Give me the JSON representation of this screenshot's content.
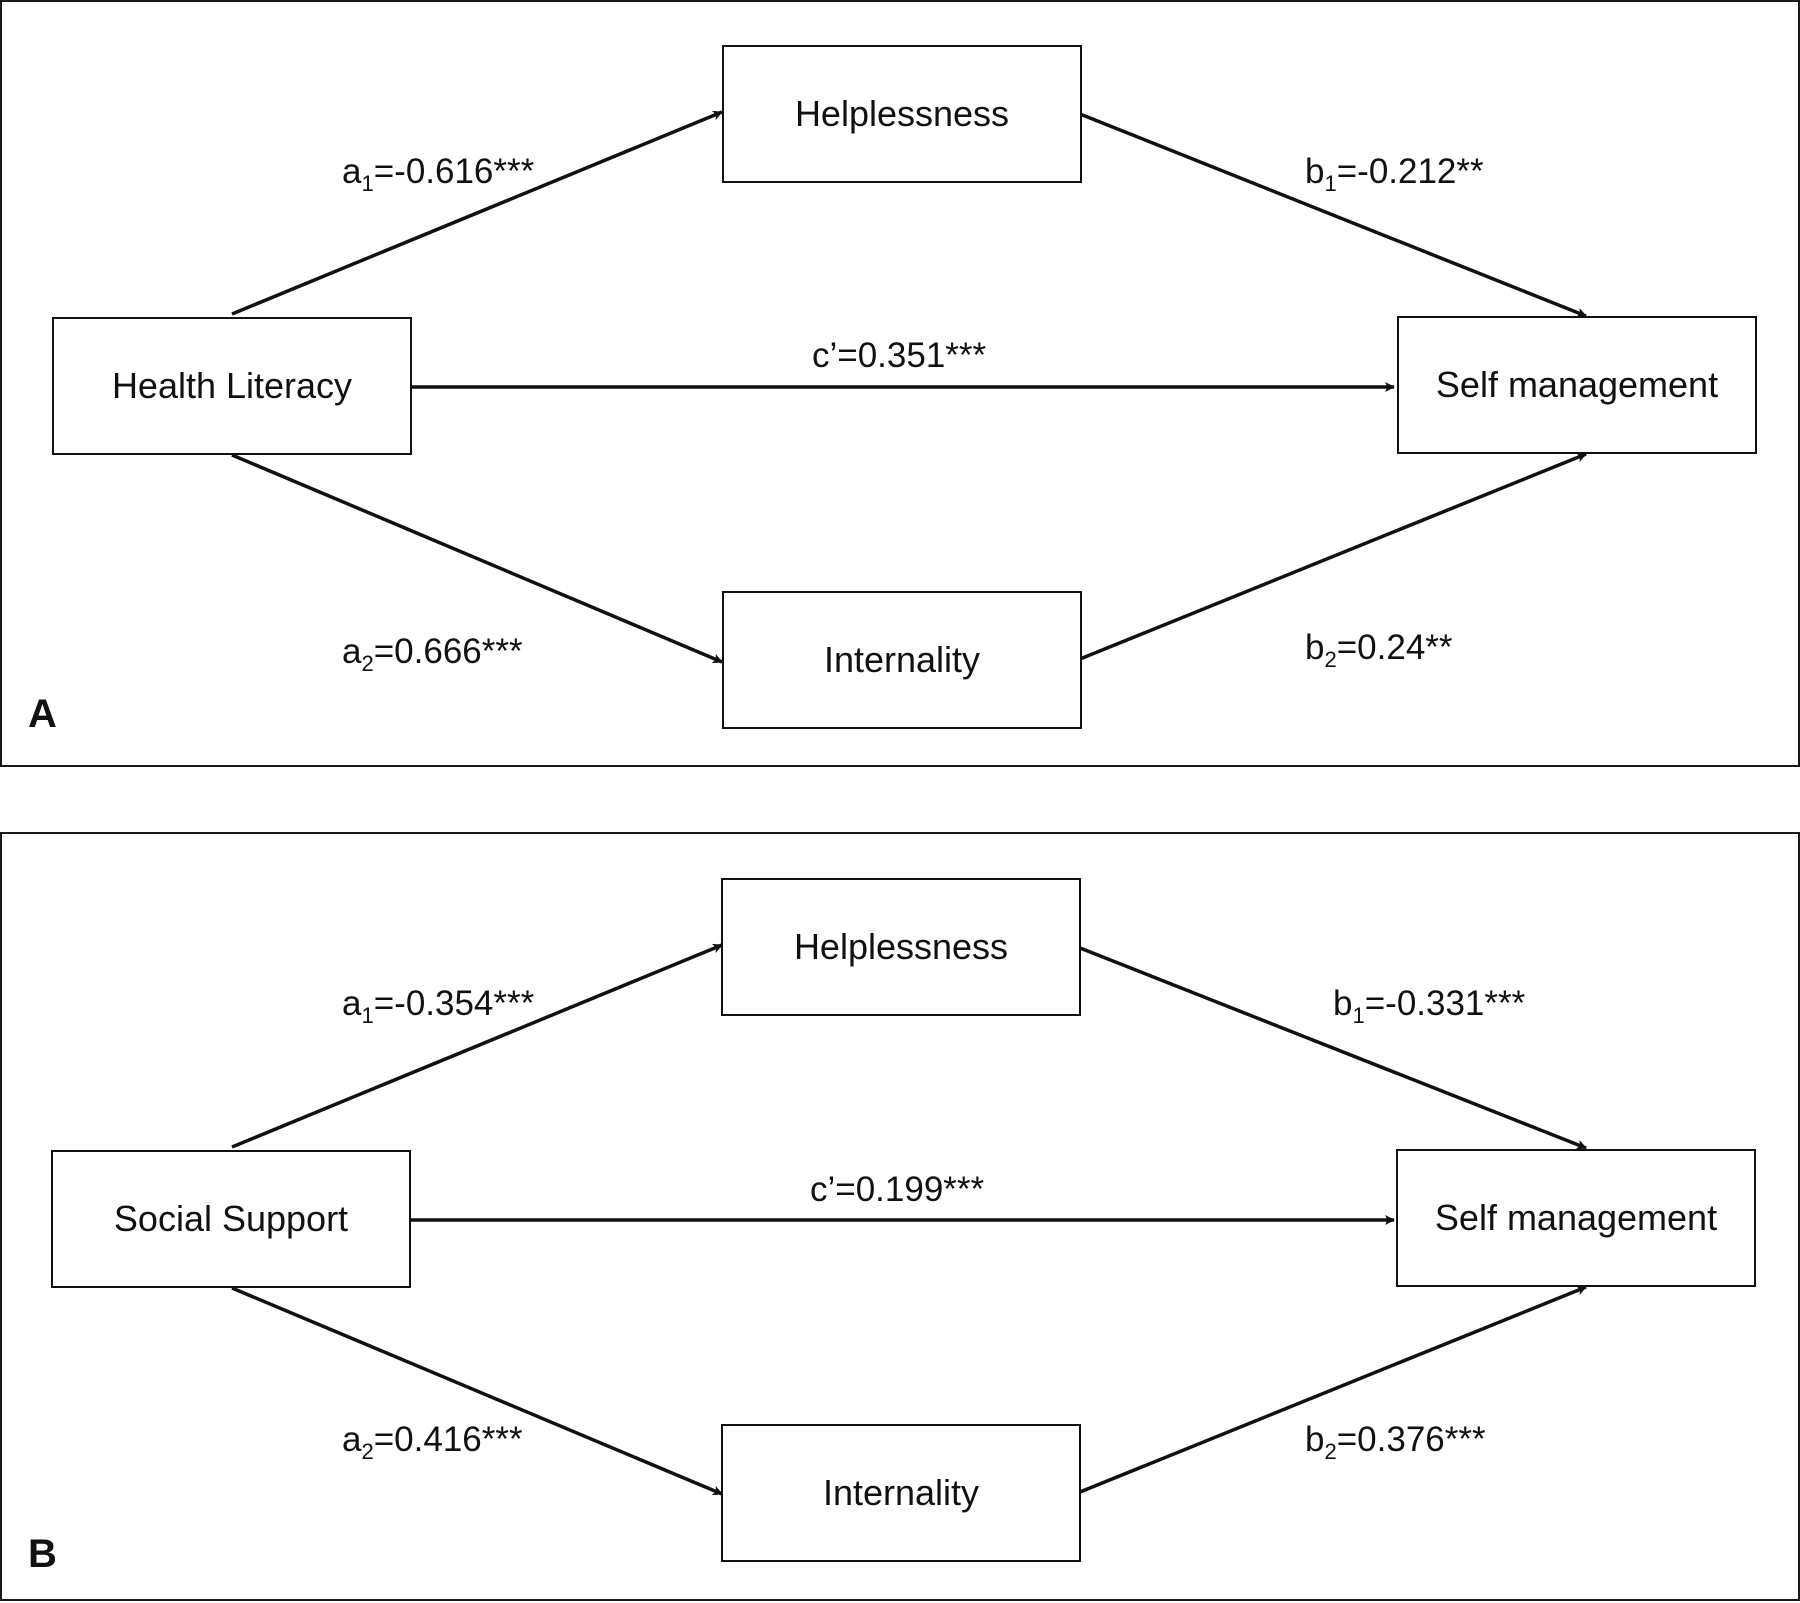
{
  "panels": [
    {
      "letter": "A",
      "predictor": "Health Literacy",
      "mediator1": "Helplessness",
      "mediator2": "Internality",
      "outcome": "Self management",
      "a1": {
        "letter": "a",
        "sub": "1",
        "value": "=-0.616***"
      },
      "a2": {
        "letter": "a",
        "sub": "2",
        "value": "=0.666***"
      },
      "b1": {
        "letter": "b",
        "sub": "1",
        "value": "=-0.212**"
      },
      "b2": {
        "letter": "b",
        "sub": "2",
        "value": "=0.24**"
      },
      "c": "c’=0.351***"
    },
    {
      "letter": "B",
      "predictor": "Social Support",
      "mediator1": "Helplessness",
      "mediator2": "Internality",
      "outcome": "Self management",
      "a1": {
        "letter": "a",
        "sub": "1",
        "value": "=-0.354***"
      },
      "a2": {
        "letter": "a",
        "sub": "2",
        "value": "=0.416***"
      },
      "b1": {
        "letter": "b",
        "sub": "1",
        "value": "=-0.331***"
      },
      "b2": {
        "letter": "b",
        "sub": "2",
        "value": "=0.376***"
      },
      "c": "c’=0.199***"
    }
  ]
}
